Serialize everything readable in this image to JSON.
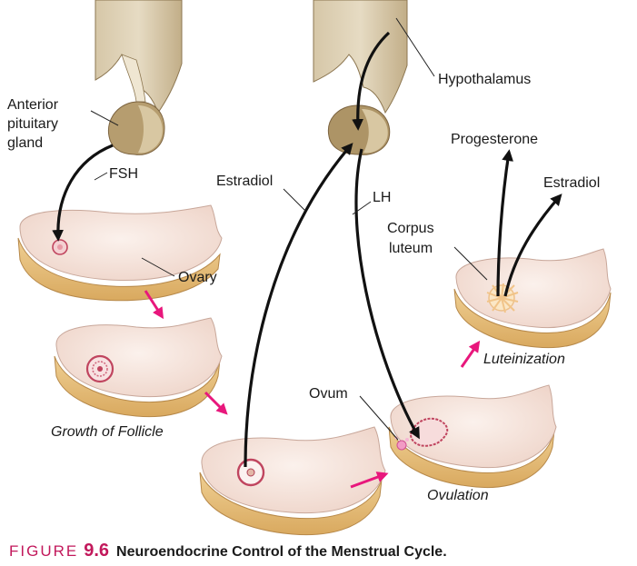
{
  "labels": {
    "anterior_pituitary_1": "Anterior",
    "anterior_pituitary_2": "pituitary",
    "anterior_pituitary_3": "gland",
    "fsh": "FSH",
    "ovary": "Ovary",
    "growth_of_follicle": "Growth of Follicle",
    "estradiol_left": "Estradiol",
    "hypothalamus": "Hypothalamus",
    "lh": "LH",
    "progesterone": "Progesterone",
    "estradiol_right": "Estradiol",
    "corpus_luteum_1": "Corpus",
    "corpus_luteum_2": "luteum",
    "luteinization": "Luteinization",
    "ovum": "Ovum",
    "ovulation": "Ovulation"
  },
  "caption": {
    "figure_word": "FIGURE",
    "figure_number": "9.6",
    "title": "Neuroendocrine Control of the Menstrual Cycle."
  },
  "colors": {
    "ovary_top": "#f6e6de",
    "ovary_side": "#e6bf7d",
    "brain": "#c9b896",
    "pituitary": "#a8916a",
    "arrow_pink": "#e8177c",
    "follicle": "#c0455f",
    "caption_accent": "#c2185b"
  }
}
